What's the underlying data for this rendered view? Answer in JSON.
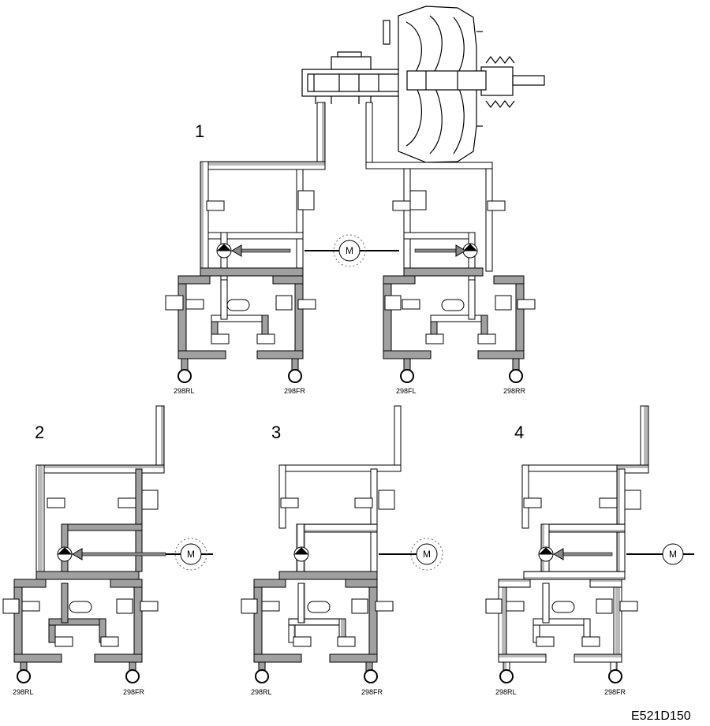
{
  "figure_ref": "E521D150",
  "panels": [
    {
      "number": "1",
      "wheels": [
        "298RL",
        "298FR",
        "298FL",
        "298RR"
      ]
    },
    {
      "number": "2",
      "wheels": [
        "298RL",
        "298FR"
      ]
    },
    {
      "number": "3",
      "wheels": [
        "298RL",
        "298FR"
      ]
    },
    {
      "number": "4",
      "wheels": [
        "298RL",
        "298FR"
      ]
    }
  ],
  "motor_symbol": "M",
  "icons": [
    "brake-booster-icon",
    "motor-icon",
    "pump-icon",
    "accumulator-icon",
    "solenoid-valve-icon",
    "wheel-brake-icon"
  ],
  "colors": {
    "line": "#000000",
    "pressure_fill": "#a0a0a0",
    "hatch": "#c8c8c8",
    "background": "#ffffff"
  }
}
